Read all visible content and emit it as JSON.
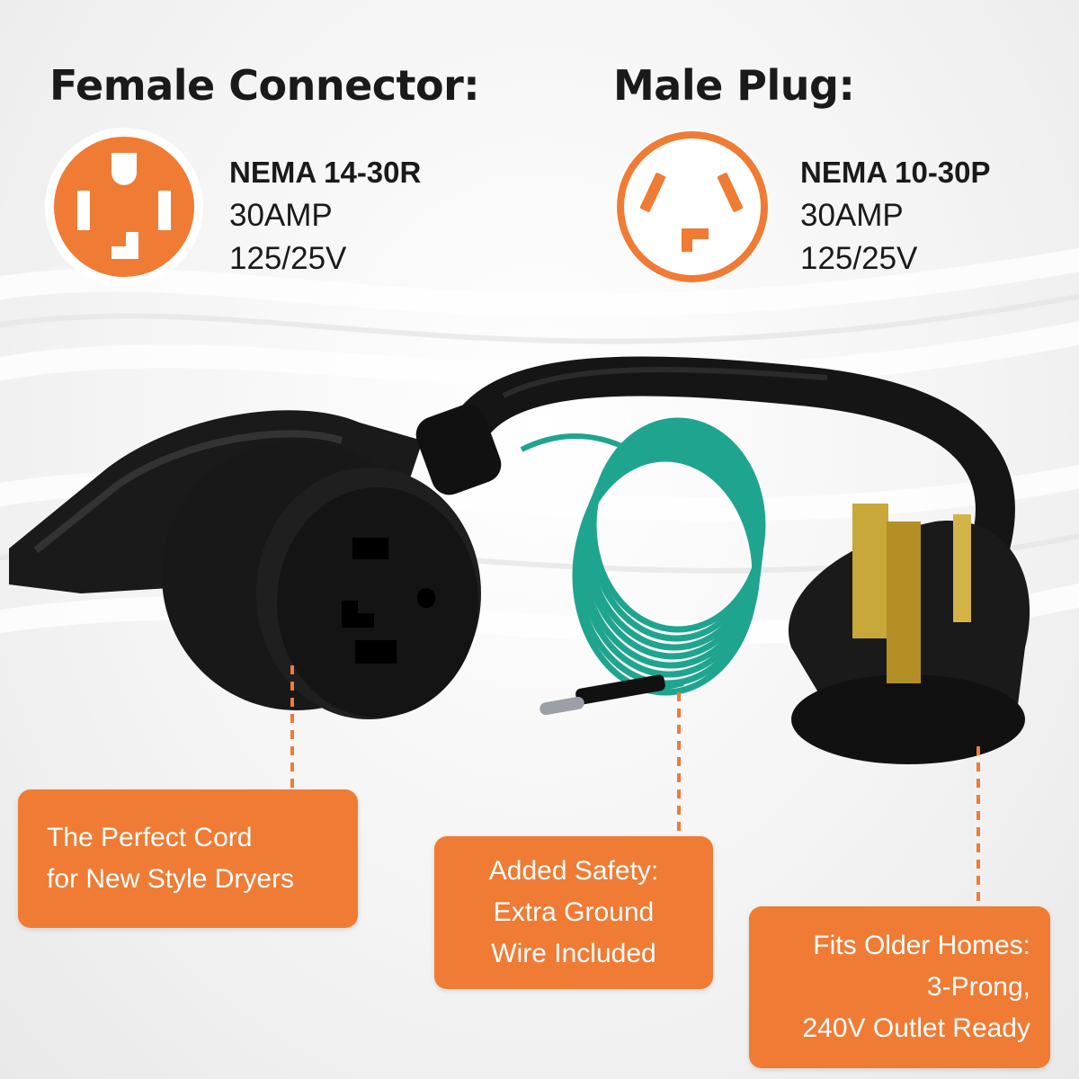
{
  "female": {
    "heading": "Female Connector:",
    "model": "NEMA 14-30R",
    "amp": "30AMP",
    "volt": "125/25V"
  },
  "male": {
    "heading": "Male Plug:",
    "model": "NEMA 10-30P",
    "amp": "30AMP",
    "volt": "125/25V"
  },
  "callouts": {
    "left": [
      "The Perfect Cord",
      "for New Style Dryers"
    ],
    "middle": [
      "Added Safety:",
      "Extra Ground",
      "Wire Included"
    ],
    "right": [
      "Fits Older Homes:",
      "3-Prong,",
      "240V Outlet Ready"
    ]
  },
  "colors": {
    "accent": "#f07b34",
    "text": "#1a1a1a",
    "cable": "#151515",
    "ground_wire": "#1fa58f",
    "prong": "#c9a83a"
  },
  "icons": [
    "nema-14-30r-receptacle-icon",
    "nema-10-30p-plug-icon"
  ]
}
